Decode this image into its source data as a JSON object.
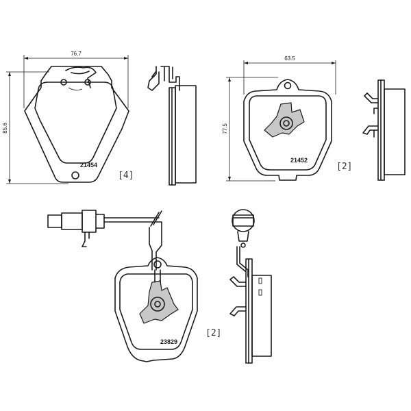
{
  "pad1": {
    "width_dim": "76.7",
    "height_dim": "85.6",
    "code": "21454",
    "qty": "[4]"
  },
  "pad2": {
    "width_dim": "63.5",
    "height_dim": "77.5",
    "code": "21452",
    "qty": "[2]"
  },
  "pad3": {
    "code": "23829",
    "qty": "[2]"
  }
}
